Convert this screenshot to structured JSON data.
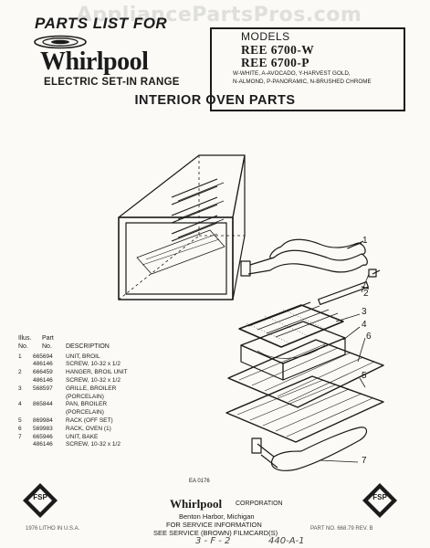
{
  "watermark": "AppliancePartsPros.com",
  "header": {
    "parts_list": "PARTS LIST FOR",
    "brand": "Whirlpool",
    "range_type": "ELECTRIC SET-IN RANGE"
  },
  "models": {
    "label": "MODELS",
    "items": [
      "REE 6700-W",
      "REE 6700-P"
    ],
    "color_codes": [
      "W-WHITE, A-AVOCADO, Y-HARVEST GOLD,",
      "N-ALMOND, P-PANORAMIC, N-BRUSHED CHROME"
    ]
  },
  "section_title": "INTERIOR OVEN PARTS",
  "parts_table": {
    "headers": [
      "Illus.",
      "Part",
      "No.",
      "No.",
      "DESCRIPTION"
    ],
    "rows": [
      [
        "1",
        "665694",
        "UNIT, BROIL"
      ],
      [
        "",
        "486146",
        "SCREW, 10-32 x 1/2"
      ],
      [
        "2",
        "666459",
        "HANGER, BROIL UNIT"
      ],
      [
        "",
        "486146",
        "SCREW, 10-32 x 1/2"
      ],
      [
        "3",
        "568597",
        "GRILLE, BROILER"
      ],
      [
        "",
        "",
        "(PORCELAIN)"
      ],
      [
        "4",
        "865844",
        "PAN, BROILER"
      ],
      [
        "",
        "",
        "(PORCELAIN)"
      ],
      [
        "5",
        "869984",
        "RACK (OFF SET)"
      ],
      [
        "6",
        "569983",
        "RACK, OVEN (1)"
      ],
      [
        "7",
        "665946",
        "UNIT, BAKE"
      ],
      [
        "",
        "486146",
        "SCREW, 10-32 x 1/2"
      ]
    ]
  },
  "callouts": [
    "1",
    "2",
    "3",
    "4",
    "6",
    "5",
    "7"
  ],
  "drawing_id": "EA 0176",
  "footer": {
    "brand": "Whirlpool",
    "corp": "CORPORATION",
    "address": "Benton Harbor, Michigan",
    "service_info": "FOR SERVICE INFORMATION",
    "filmcard": "SEE SERVICE (BROWN) FILMCARD(S)",
    "printed": "1976 LITHO IN U.S.A.",
    "part_no": "PART NO. 668.79  REV. B",
    "handwritten_1": "3 - F - 2",
    "handwritten_2": "440-A-1",
    "badge_text": "FSP"
  }
}
